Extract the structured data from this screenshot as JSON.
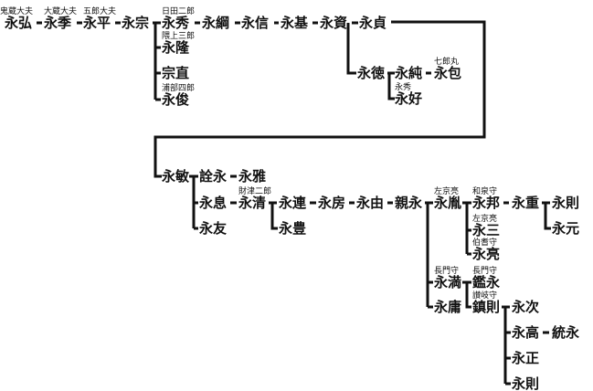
{
  "diagram": {
    "type": "genealogy-tree",
    "line_color": "#111111",
    "nodes": [
      {
        "id": "n1",
        "name": "永弘",
        "title": "鬼蔵大夫"
      },
      {
        "id": "n2",
        "name": "永季",
        "title": "大蔵大夫"
      },
      {
        "id": "n3",
        "name": "永平",
        "title": "五郎大夫"
      },
      {
        "id": "n4",
        "name": "永宗",
        "title": ""
      },
      {
        "id": "n5",
        "name": "永秀",
        "title": "日田二郎"
      },
      {
        "id": "n6",
        "name": "永綱",
        "title": ""
      },
      {
        "id": "n7",
        "name": "永信",
        "title": ""
      },
      {
        "id": "n8",
        "name": "永基",
        "title": ""
      },
      {
        "id": "n9",
        "name": "永資",
        "title": ""
      },
      {
        "id": "n10",
        "name": "永貞",
        "title": ""
      },
      {
        "id": "n11",
        "name": "永隆",
        "title": "隈上三郎"
      },
      {
        "id": "n12",
        "name": "宗直",
        "title": ""
      },
      {
        "id": "n13",
        "name": "永俊",
        "title": "浦部四郎"
      },
      {
        "id": "n14",
        "name": "永徳",
        "title": ""
      },
      {
        "id": "n15",
        "name": "永純",
        "title": ""
      },
      {
        "id": "n16",
        "name": "永包",
        "title": "七郎丸"
      },
      {
        "id": "n17",
        "name": "永好",
        "title": "永秀"
      },
      {
        "id": "n18",
        "name": "永敏",
        "title": ""
      },
      {
        "id": "n19",
        "name": "詮永",
        "title": ""
      },
      {
        "id": "n20",
        "name": "永雅",
        "title": ""
      },
      {
        "id": "n21",
        "name": "永息",
        "title": ""
      },
      {
        "id": "n22",
        "name": "永清",
        "title": "財津二郎"
      },
      {
        "id": "n23",
        "name": "永友",
        "title": ""
      },
      {
        "id": "n24",
        "name": "永連",
        "title": ""
      },
      {
        "id": "n25",
        "name": "永豊",
        "title": ""
      },
      {
        "id": "n26",
        "name": "永房",
        "title": ""
      },
      {
        "id": "n27",
        "name": "永由",
        "title": ""
      },
      {
        "id": "n28",
        "name": "親永",
        "title": ""
      },
      {
        "id": "n29",
        "name": "永胤",
        "title": "左京亮"
      },
      {
        "id": "n30",
        "name": "永邦",
        "title": "和泉守"
      },
      {
        "id": "n31",
        "name": "永重",
        "title": ""
      },
      {
        "id": "n32",
        "name": "永則",
        "title": ""
      },
      {
        "id": "n33",
        "name": "永元",
        "title": ""
      },
      {
        "id": "n34",
        "name": "永三",
        "title": "左京亮"
      },
      {
        "id": "n35",
        "name": "永亮",
        "title": "伯耆守"
      },
      {
        "id": "n36",
        "name": "永満",
        "title": "長門守"
      },
      {
        "id": "n37",
        "name": "鑑永",
        "title": "長門守"
      },
      {
        "id": "n38",
        "name": "永庸",
        "title": ""
      },
      {
        "id": "n39",
        "name": "鎮則",
        "title": "讃岐守"
      },
      {
        "id": "n40",
        "name": "永次",
        "title": ""
      },
      {
        "id": "n41",
        "name": "永高",
        "title": ""
      },
      {
        "id": "n42",
        "name": "統永",
        "title": ""
      },
      {
        "id": "n43",
        "name": "永正",
        "title": ""
      },
      {
        "id": "n44",
        "name": "永則",
        "title": ""
      }
    ]
  }
}
